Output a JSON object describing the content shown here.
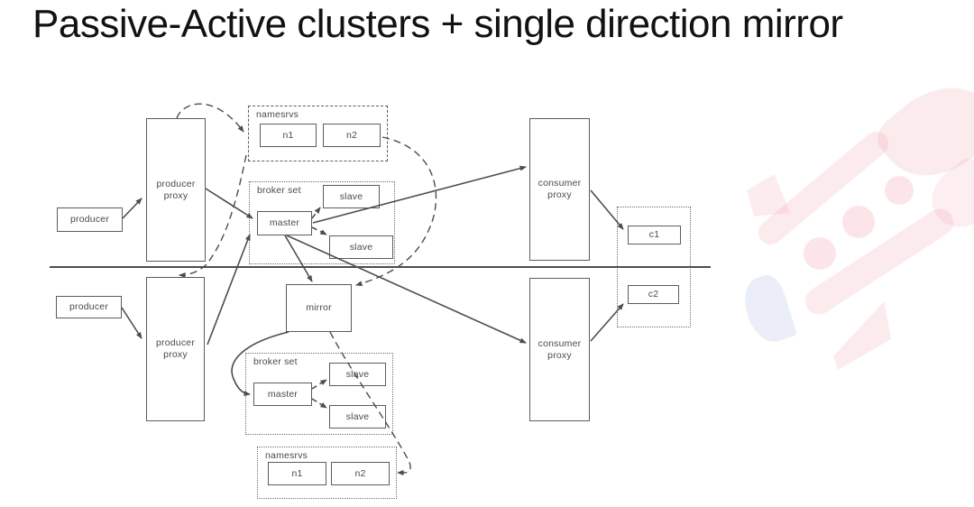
{
  "title": "Passive-Active clusters + single direction mirror",
  "watermark": {
    "name": "RocketMQ rocket logo (faint background watermark, right side)",
    "pink": "#ec6e7d",
    "blue": "#7382cd"
  },
  "diagram": {
    "divider": "horizontal line separating the upper (active) cluster from the lower (passive) cluster",
    "upper": {
      "producer": {
        "label": "producer"
      },
      "producer_proxy": {
        "label": "producer proxy"
      },
      "namesrvs": {
        "label": "namesrvs",
        "n1": {
          "label": "n1"
        },
        "n2": {
          "label": "n2"
        }
      },
      "broker_set": {
        "label": "broker set",
        "master": {
          "label": "master"
        },
        "slave1": {
          "label": "slave"
        },
        "slave2": {
          "label": "slave"
        }
      },
      "consumer_proxy": {
        "label": "consumer proxy"
      },
      "c1": {
        "label": "c1"
      }
    },
    "lower": {
      "producer": {
        "label": "producer"
      },
      "producer_proxy": {
        "label": "producer proxy"
      },
      "mirror": {
        "label": "mirror"
      },
      "broker_set": {
        "label": "broker set",
        "master": {
          "label": "master"
        },
        "slave1": {
          "label": "slave"
        },
        "slave2": {
          "label": "slave"
        }
      },
      "namesrvs": {
        "label": "namesrvs",
        "n1": {
          "label": "n1"
        },
        "n2": {
          "label": "n2"
        }
      },
      "consumer_proxy": {
        "label": "consumer proxy"
      },
      "c2": {
        "label": "c2"
      }
    },
    "edges": [
      {
        "from": "producer (upper)",
        "to": "producer proxy (upper)",
        "style": "solid-arrow"
      },
      {
        "from": "producer proxy (upper)",
        "to": "master (upper)",
        "style": "solid-arrow"
      },
      {
        "from": "master (upper)",
        "to": "slave 1 (upper)",
        "style": "dashed-arrow"
      },
      {
        "from": "master (upper)",
        "to": "slave 2 (upper)",
        "style": "dashed-arrow"
      },
      {
        "from": "master (upper)",
        "to": "consumer proxy (upper)",
        "style": "solid-arrow"
      },
      {
        "from": "consumer proxy (upper)",
        "to": "c1",
        "style": "solid-arrow"
      },
      {
        "from": "producer proxy (upper)",
        "to": "namesrvs (upper)",
        "style": "dashed-curve"
      },
      {
        "from": "namesrvs (upper)",
        "to": "producer proxy (lower)",
        "style": "dashed-curve"
      },
      {
        "from": "namesrvs (upper) n2",
        "to": "mirror",
        "style": "dashed-curve"
      },
      {
        "from": "master (upper)",
        "to": "mirror",
        "style": "solid-arrow"
      },
      {
        "from": "master (upper)",
        "to": "consumer proxy (lower)",
        "style": "solid-arrow"
      },
      {
        "from": "producer (lower)",
        "to": "producer proxy (lower)",
        "style": "solid-arrow"
      },
      {
        "from": "producer proxy (lower)",
        "to": "master (upper)",
        "style": "solid-arrow"
      },
      {
        "from": "mirror",
        "to": "master (lower)",
        "style": "solid-curved-arrow"
      },
      {
        "from": "master (lower)",
        "to": "slave 1 (lower)",
        "style": "dashed-arrow"
      },
      {
        "from": "master (lower)",
        "to": "slave 2 (lower)",
        "style": "dashed-arrow"
      },
      {
        "from": "mirror",
        "to": "namesrvs (lower) n2",
        "style": "dashed-curve-arrow"
      },
      {
        "from": "consumer proxy (lower)",
        "to": "c2",
        "style": "solid-arrow"
      }
    ]
  }
}
